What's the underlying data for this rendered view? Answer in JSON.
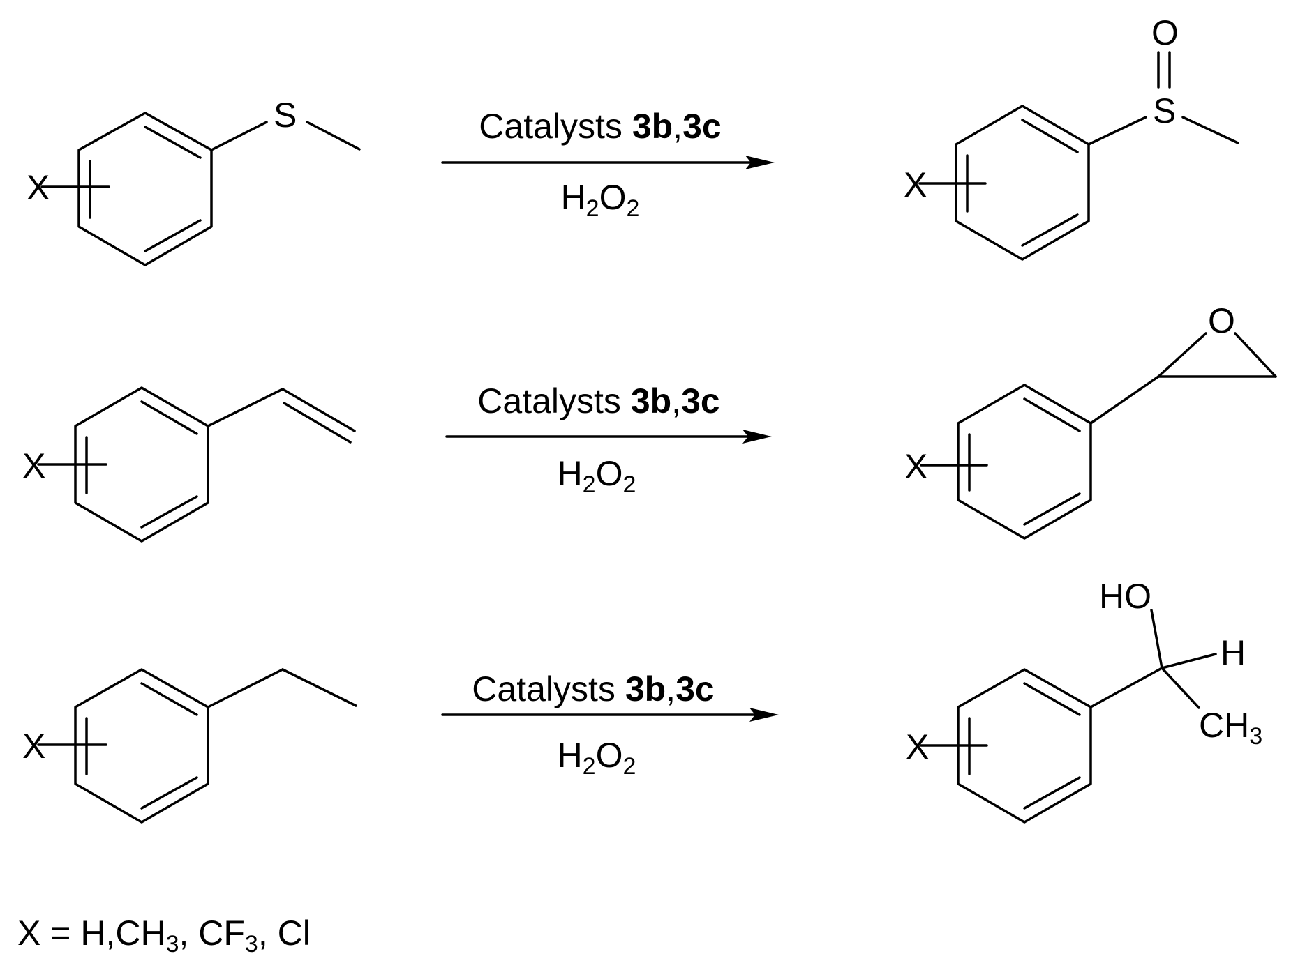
{
  "atoms": {
    "X": "X",
    "S": "S",
    "O": "O",
    "HO": "HO",
    "H": "H",
    "C": "C",
    "H3": "H",
    "sub3": "3"
  },
  "conditions": {
    "catalysts_prefix": "Catalysts ",
    "catalyst_1": "3b",
    "separator": ",",
    "catalyst_2": "3c",
    "oxidant_H": "H",
    "oxidant_O": "O",
    "subscript_2": "2"
  },
  "footnote": {
    "part_1": "X = H,CH",
    "sub_1": "3",
    "part_2": ", CF",
    "sub_2": "3",
    "part_3": ", Cl"
  }
}
